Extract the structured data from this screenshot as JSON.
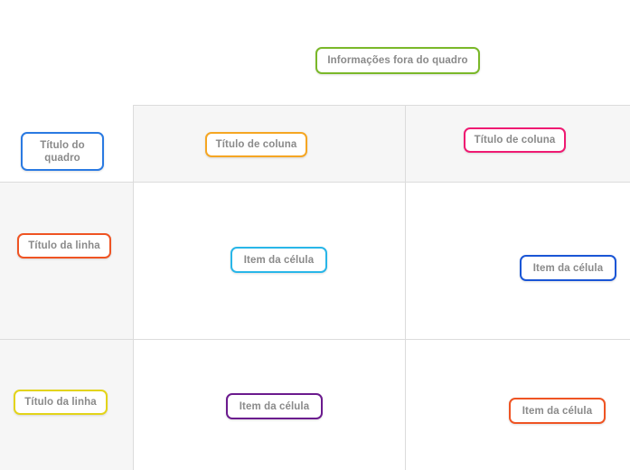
{
  "board": {
    "off_board": {
      "label": "Informações fora do quadro",
      "color": "#7ab829"
    },
    "board_title": {
      "label": "Título do quadro",
      "color": "#2a7ae2"
    },
    "column_headers": [
      {
        "label": "Título de coluna",
        "color": "#f5a623"
      },
      {
        "label": "Título de coluna",
        "color": "#ef1a72"
      }
    ],
    "row_headers": [
      {
        "label": "Título da linha",
        "color": "#ef5423"
      },
      {
        "label": "Título da linha",
        "color": "#e3d41a"
      }
    ],
    "cells": [
      [
        {
          "label": "Item da célula",
          "color": "#29b6e8"
        },
        {
          "label": "Item da célula",
          "color": "#1a56d6"
        }
      ],
      [
        {
          "label": "Item da célula",
          "color": "#6b1a8e"
        },
        {
          "label": "Item da célula",
          "color": "#ef5423"
        }
      ]
    ],
    "palette": {
      "grid_line": "#dcdcdc",
      "header_background": "#f6f6f6",
      "cell_background": "#ffffff",
      "chip_text": "#8a8a8a"
    }
  }
}
